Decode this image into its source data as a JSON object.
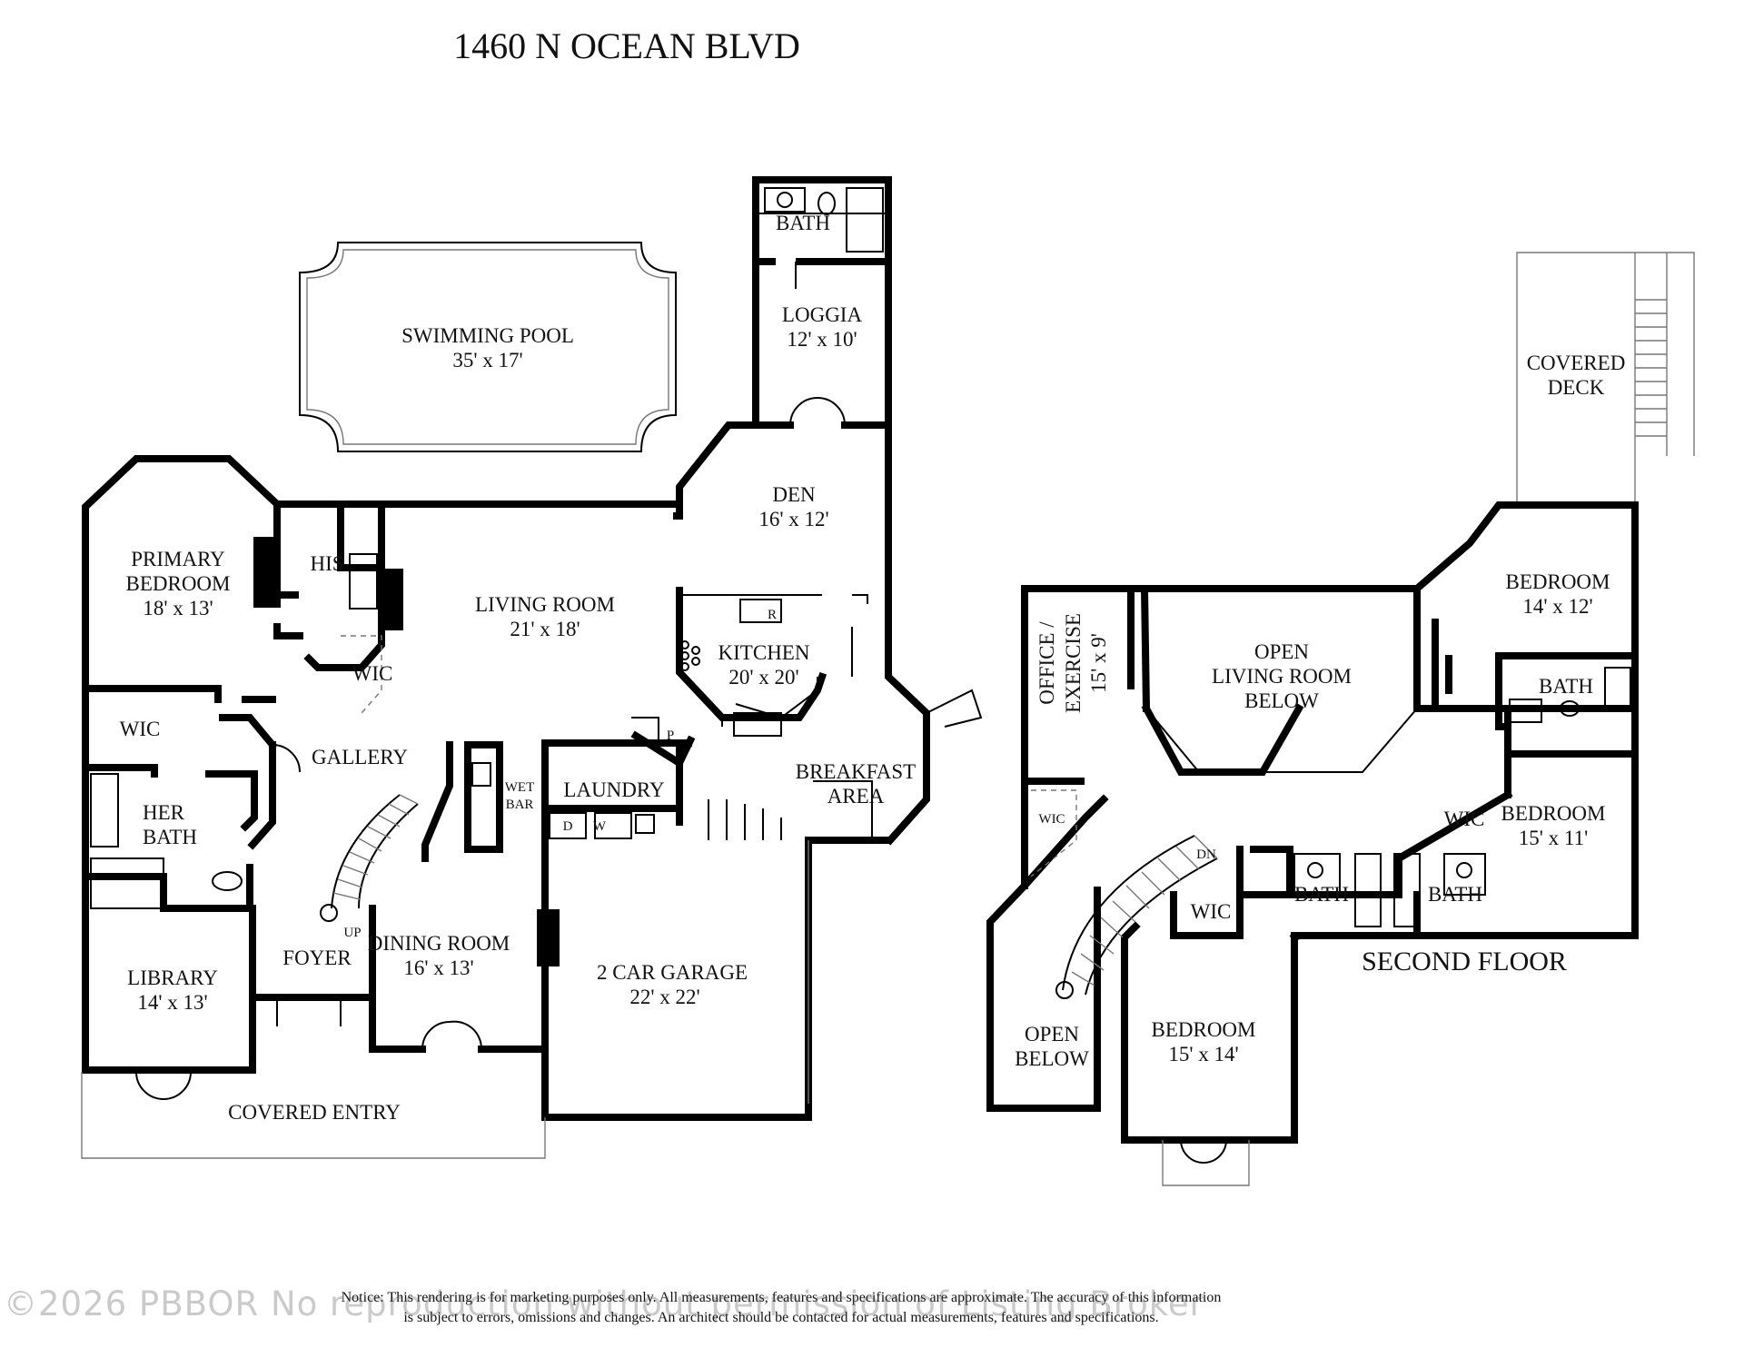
{
  "title": "1460 N OCEAN BLVD",
  "floor_label": "SECOND FLOOR",
  "first_floor_rooms": [
    {
      "name": "SWIMMING POOL",
      "size": "35' x 17'"
    },
    {
      "name": "LOGGIA",
      "size": "12' x 10'"
    },
    {
      "name": "BATH",
      "size": ""
    },
    {
      "name": "DEN",
      "size": "16' x 12'"
    },
    {
      "name": "PRIMARY BEDROOM",
      "size": "18' x 13'"
    },
    {
      "name": "HIS",
      "size": ""
    },
    {
      "name": "LIVING ROOM",
      "size": "21' x 18'"
    },
    {
      "name": "KITCHEN",
      "size": "20' x 20'"
    },
    {
      "name": "WIC",
      "size": ""
    },
    {
      "name": "WIC",
      "size": ""
    },
    {
      "name": "GALLERY",
      "size": ""
    },
    {
      "name": "HER BATH",
      "size": ""
    },
    {
      "name": "WET BAR",
      "size": ""
    },
    {
      "name": "LAUNDRY",
      "size": ""
    },
    {
      "name": "BREAKFAST AREA",
      "size": ""
    },
    {
      "name": "LIBRARY",
      "size": "14' x 13'"
    },
    {
      "name": "FOYER",
      "size": ""
    },
    {
      "name": "DINING ROOM",
      "size": "16' x 13'"
    },
    {
      "name": "2 CAR GARAGE",
      "size": "22' x 22'"
    },
    {
      "name": "COVERED ENTRY",
      "size": ""
    }
  ],
  "second_floor_rooms": [
    {
      "name": "COVERED DECK",
      "size": ""
    },
    {
      "name": "BEDROOM",
      "size": "14' x 12'"
    },
    {
      "name": "BATH",
      "size": ""
    },
    {
      "name": "OFFICE / EXERCISE",
      "size": "15' x 9'"
    },
    {
      "name": "OPEN LIVING ROOM BELOW",
      "size": ""
    },
    {
      "name": "WIC",
      "size": ""
    },
    {
      "name": "BEDROOM",
      "size": "15' x 11'"
    },
    {
      "name": "WIC",
      "size": ""
    },
    {
      "name": "WIC",
      "size": ""
    },
    {
      "name": "BATH",
      "size": ""
    },
    {
      "name": "BATH",
      "size": ""
    },
    {
      "name": "OPEN BELOW",
      "size": ""
    },
    {
      "name": "BEDROOM",
      "size": "15' x 14'"
    }
  ],
  "fixture_labels": {
    "refrigerator": "R",
    "pantry": "P",
    "washer": "W",
    "dryer": "D",
    "stair_up": "UP",
    "stair_down": "DN"
  },
  "notice": [
    "Notice: This rendering is for marketing purposes only. All measurements, features and specifications are approximate. The accuracy of this information",
    "is subject to errors, omissions and changes. An architect should be contacted for actual measurements, features and specifications."
  ],
  "watermark": "©2026 PBBOR No reproduction without permission of Listing Broker"
}
